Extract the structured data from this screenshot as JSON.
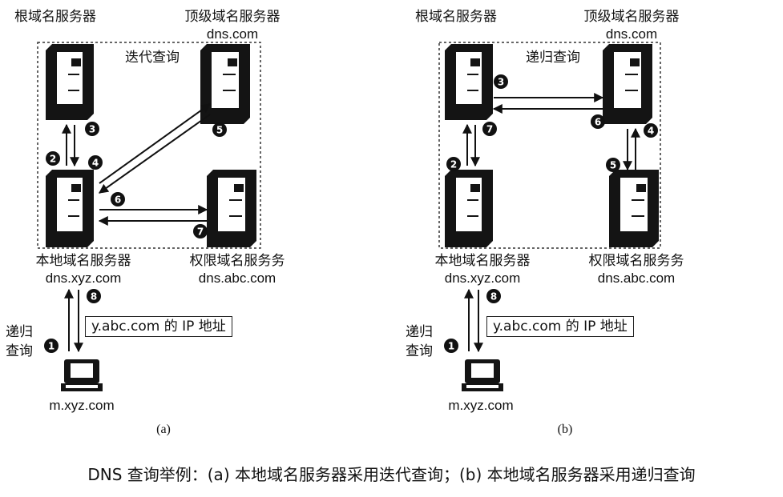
{
  "panels": [
    {
      "id": "a",
      "query_mode_label": "迭代查询",
      "sublabel": "(a)",
      "servers": {
        "root": {
          "name": "根域名服务器",
          "domain": ""
        },
        "tld": {
          "name": "顶级域名服务器",
          "domain": "dns.com"
        },
        "local": {
          "name": "本地域名服务器",
          "domain": "dns.xyz.com"
        },
        "auth": {
          "name": "权限域名服务务",
          "domain": "dns.abc.com"
        }
      },
      "client": {
        "host": "m.xyz.com",
        "query_label": [
          "递归",
          "查询"
        ]
      },
      "answer": "y.abc.com 的 IP 地址",
      "steps": [
        "1",
        "2",
        "3",
        "4",
        "5",
        "6",
        "7",
        "8"
      ]
    },
    {
      "id": "b",
      "query_mode_label": "递归查询",
      "sublabel": "(b)",
      "servers": {
        "root": {
          "name": "根域名服务器",
          "domain": ""
        },
        "tld": {
          "name": "顶级域名服务器",
          "domain": "dns.com"
        },
        "local": {
          "name": "本地域名服务器",
          "domain": "dns.xyz.com"
        },
        "auth": {
          "name": "权限域名服务务",
          "domain": "dns.abc.com"
        }
      },
      "client": {
        "host": "m.xyz.com",
        "query_label": [
          "递归",
          "查询"
        ]
      },
      "answer": "y.abc.com 的 IP 地址",
      "steps": [
        "1",
        "2",
        "3",
        "4",
        "5",
        "6",
        "7",
        "8"
      ]
    }
  ],
  "caption": "DNS 查询举例：(a) 本地域名服务器采用迭代查询；(b) 本地域名服务器采用递归查询",
  "colors": {
    "ink": "#111111",
    "server_body": "#141414",
    "server_face": "#ffffff",
    "box_dash": "#333333"
  }
}
